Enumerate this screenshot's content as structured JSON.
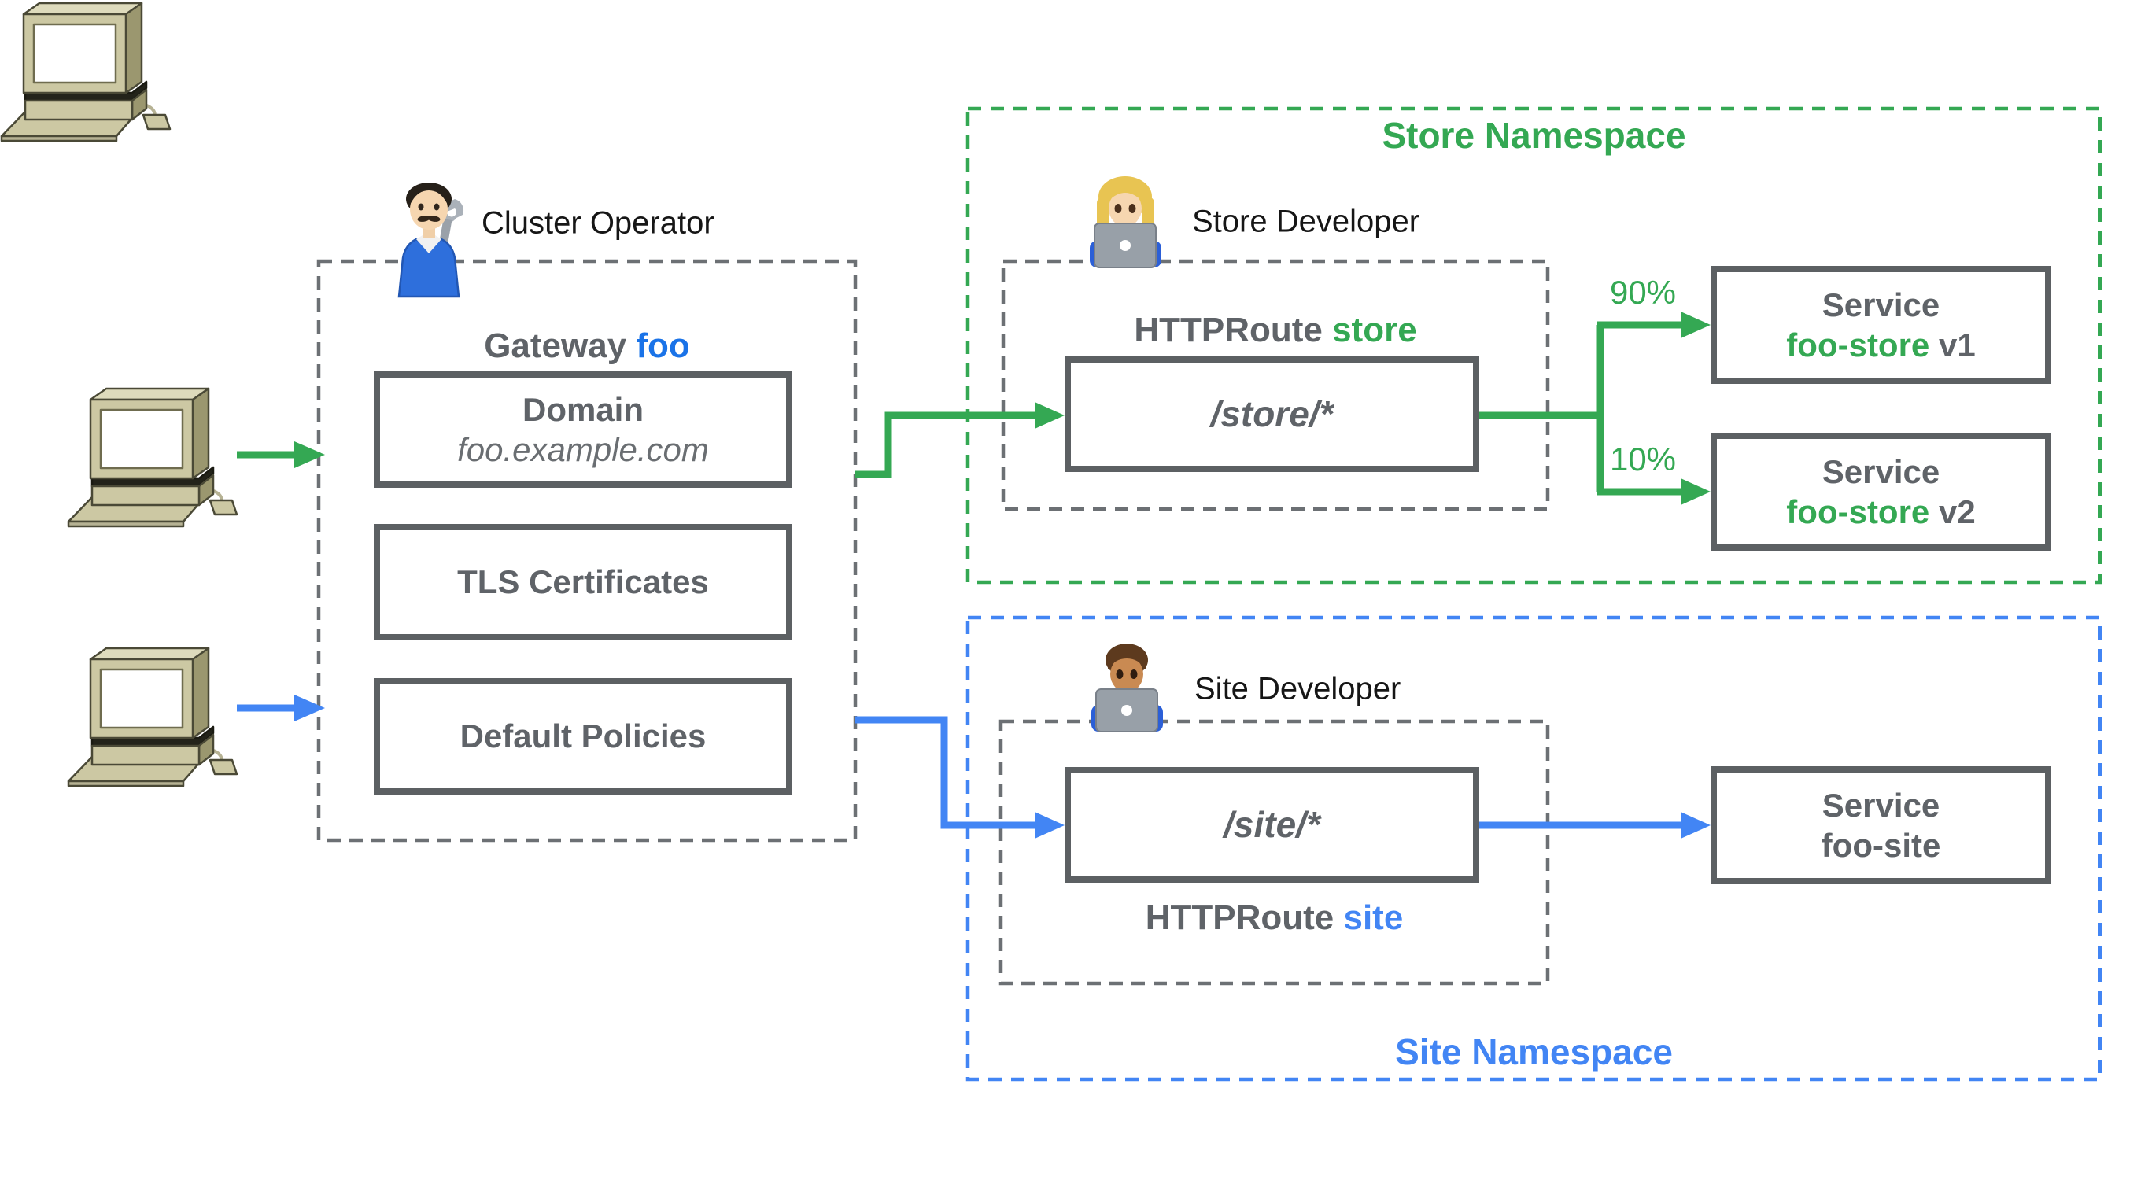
{
  "diagram_title": "Gateway API role-oriented routing diagram",
  "colors": {
    "green": "#34a853",
    "blue": "#4285f4",
    "gateway_name_blue": "#1a73e8",
    "gray_text": "#5f6368",
    "box_border": "#5c6063",
    "dashed_gray": "#6c7074"
  },
  "clients": {
    "icon": "desktop-computer-icon",
    "store_client_arrow_color": "#34a853",
    "site_client_arrow_color": "#4285f4"
  },
  "cluster_operator": {
    "label": "Cluster Operator",
    "icon": "man-mechanic-emoji"
  },
  "gateway": {
    "title_prefix": "Gateway",
    "title_name": "foo",
    "domain": {
      "title": "Domain",
      "value": "foo.example.com"
    },
    "tls": "TLS Certificates",
    "default_policies": "Default Policies"
  },
  "store": {
    "namespace_label": "Store Namespace",
    "developer": {
      "label": "Store Developer",
      "icon": "woman-technologist-emoji"
    },
    "httproute_prefix": "HTTPRoute",
    "httproute_name": "store",
    "path": "/store/*",
    "weight_v1": "90%",
    "weight_v2": "10%",
    "service_v1": {
      "type": "Service",
      "name": "foo-store",
      "version": "v1"
    },
    "service_v2": {
      "type": "Service",
      "name": "foo-store",
      "version": "v2"
    }
  },
  "site": {
    "namespace_label": "Site Namespace",
    "developer": {
      "label": "Site Developer",
      "icon": "man-technologist-emoji"
    },
    "httproute_prefix": "HTTPRoute",
    "httproute_name": "site",
    "path": "/site/*",
    "service": {
      "type": "Service",
      "name": "foo-site"
    }
  }
}
